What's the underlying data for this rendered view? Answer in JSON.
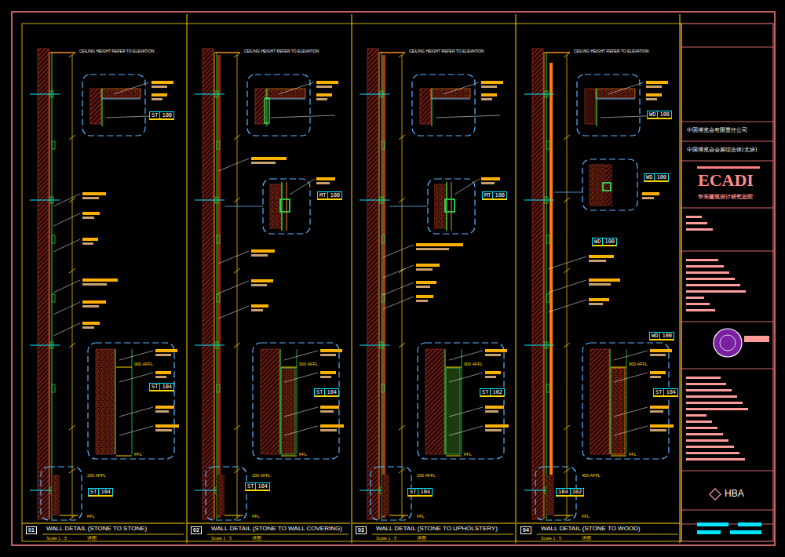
{
  "diagram": {
    "nodes": [
      {
        "text": [
          "ST",
          "100"
        ]
      },
      {
        "text": [
          "ST",
          "104"
        ]
      },
      {
        "text": [
          "ST",
          "104"
        ]
      },
      {
        "text": [
          "MT",
          "100"
        ]
      },
      {
        "text": [
          "ST",
          "104"
        ]
      },
      {
        "text": [
          "ST",
          "104"
        ]
      },
      {
        "text": [
          "MT",
          "100"
        ]
      },
      {
        "text": [
          "ST",
          "102"
        ]
      },
      {
        "text": [
          "ST",
          "104"
        ]
      },
      {
        "text": [
          "WD",
          "100"
        ]
      },
      {
        "text": [
          "WD",
          "100"
        ]
      },
      {
        "text": [
          "WD",
          "100"
        ]
      },
      {
        "text": [
          "WD",
          "100"
        ]
      },
      {
        "text": [
          "ST",
          "104"
        ]
      },
      {
        "text": [
          "104",
          "102"
        ]
      }
    ],
    "labels": [
      "CEILING HEIGHT REFER TO ELEVATION",
      "CEILING HEIGHT REFER TO ELEVATION",
      "CEILING HEIGHT REFER TO ELEVATION",
      "CEILING HEIGHT REFER TO ELEVATION",
      "900 AFFL",
      "FFL",
      "200 AFFL",
      "FFL",
      "900 AFFL",
      "FFL",
      "200 AFFL",
      "FFL",
      "900 AFFL",
      "FFL",
      "200 AFFL",
      "FFL",
      "900 AFFL",
      "FFL",
      "450 AFFL",
      "FFL",
      "01",
      "WALL DETAIL (STONE TO STONE)",
      "Scale 1 : 5",
      "详图",
      "02",
      "WALL DETAIL (STONE TO WALL COVERING)",
      "Scale 1 : 5",
      "详图",
      "03",
      "WALL DETAIL (STONE TO UPHOLSTERY)",
      "Scale 1 : 5",
      "详图",
      "04",
      "WALL DETAIL (STONE TO WOOD)",
      "Scale 1 : 5",
      "详图",
      "中国博览会有限责任公司",
      "中国博览会会展综合体(北块)",
      "ECADI",
      "华东建筑设计研究总院",
      "HBA"
    ]
  }
}
